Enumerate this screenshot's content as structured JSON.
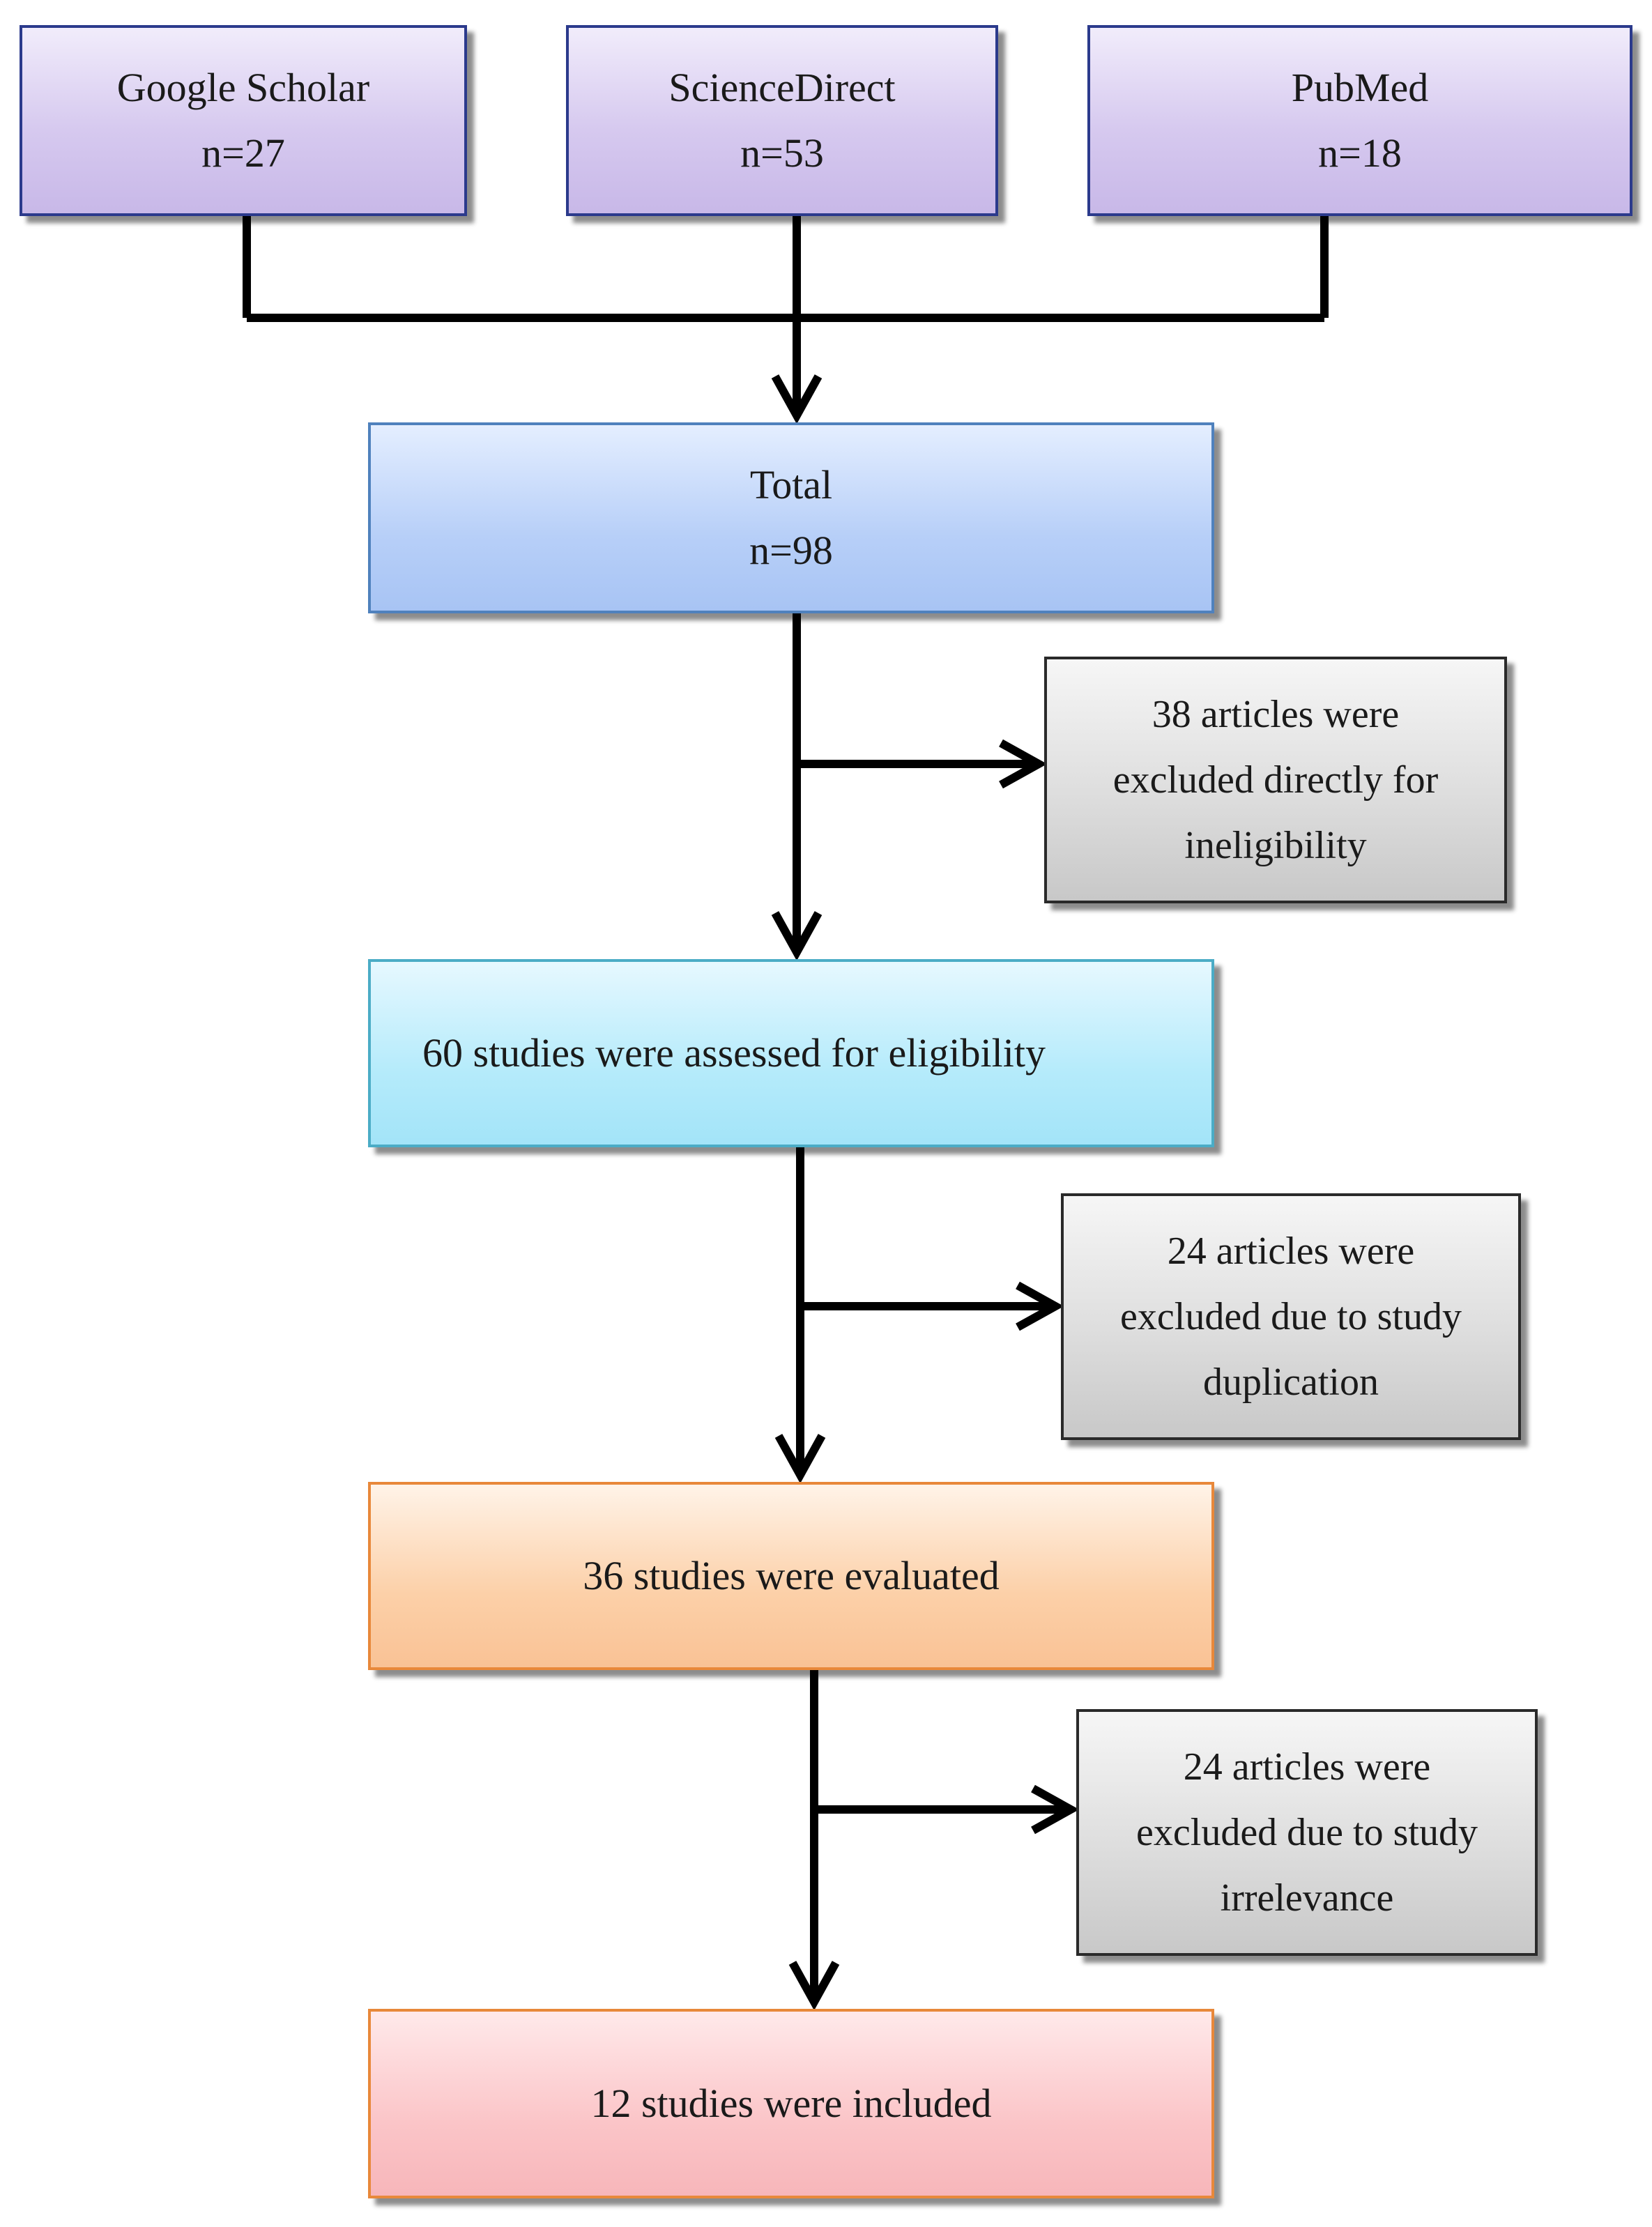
{
  "sources": [
    {
      "name": "Google Scholar",
      "count": "n=27"
    },
    {
      "name": "ScienceDirect",
      "count": "n=53"
    },
    {
      "name": "PubMed",
      "count": "n=18"
    }
  ],
  "total": {
    "label": "Total",
    "count": "n=98"
  },
  "assessed": {
    "label": "60 studies were assessed for eligibility"
  },
  "evaluated": {
    "label": "36 studies were evaluated"
  },
  "included": {
    "label": "12 studies were included"
  },
  "exclusions": [
    {
      "lines": [
        "38 articles were",
        "excluded directly  for",
        "ineligibility"
      ]
    },
    {
      "lines": [
        "24 articles were",
        "excluded due to study",
        "duplication"
      ]
    },
    {
      "lines": [
        "24 articles were",
        "excluded due to study",
        "irrelevance"
      ]
    }
  ],
  "colors": {
    "sources": "#d6c9ef",
    "total": "#b7cff8",
    "assessed": "#b5ebfb",
    "evaluated": "#fcd0a8",
    "included": "#fbc5c8",
    "exclusion": "#dedede",
    "connector": "#000000"
  }
}
